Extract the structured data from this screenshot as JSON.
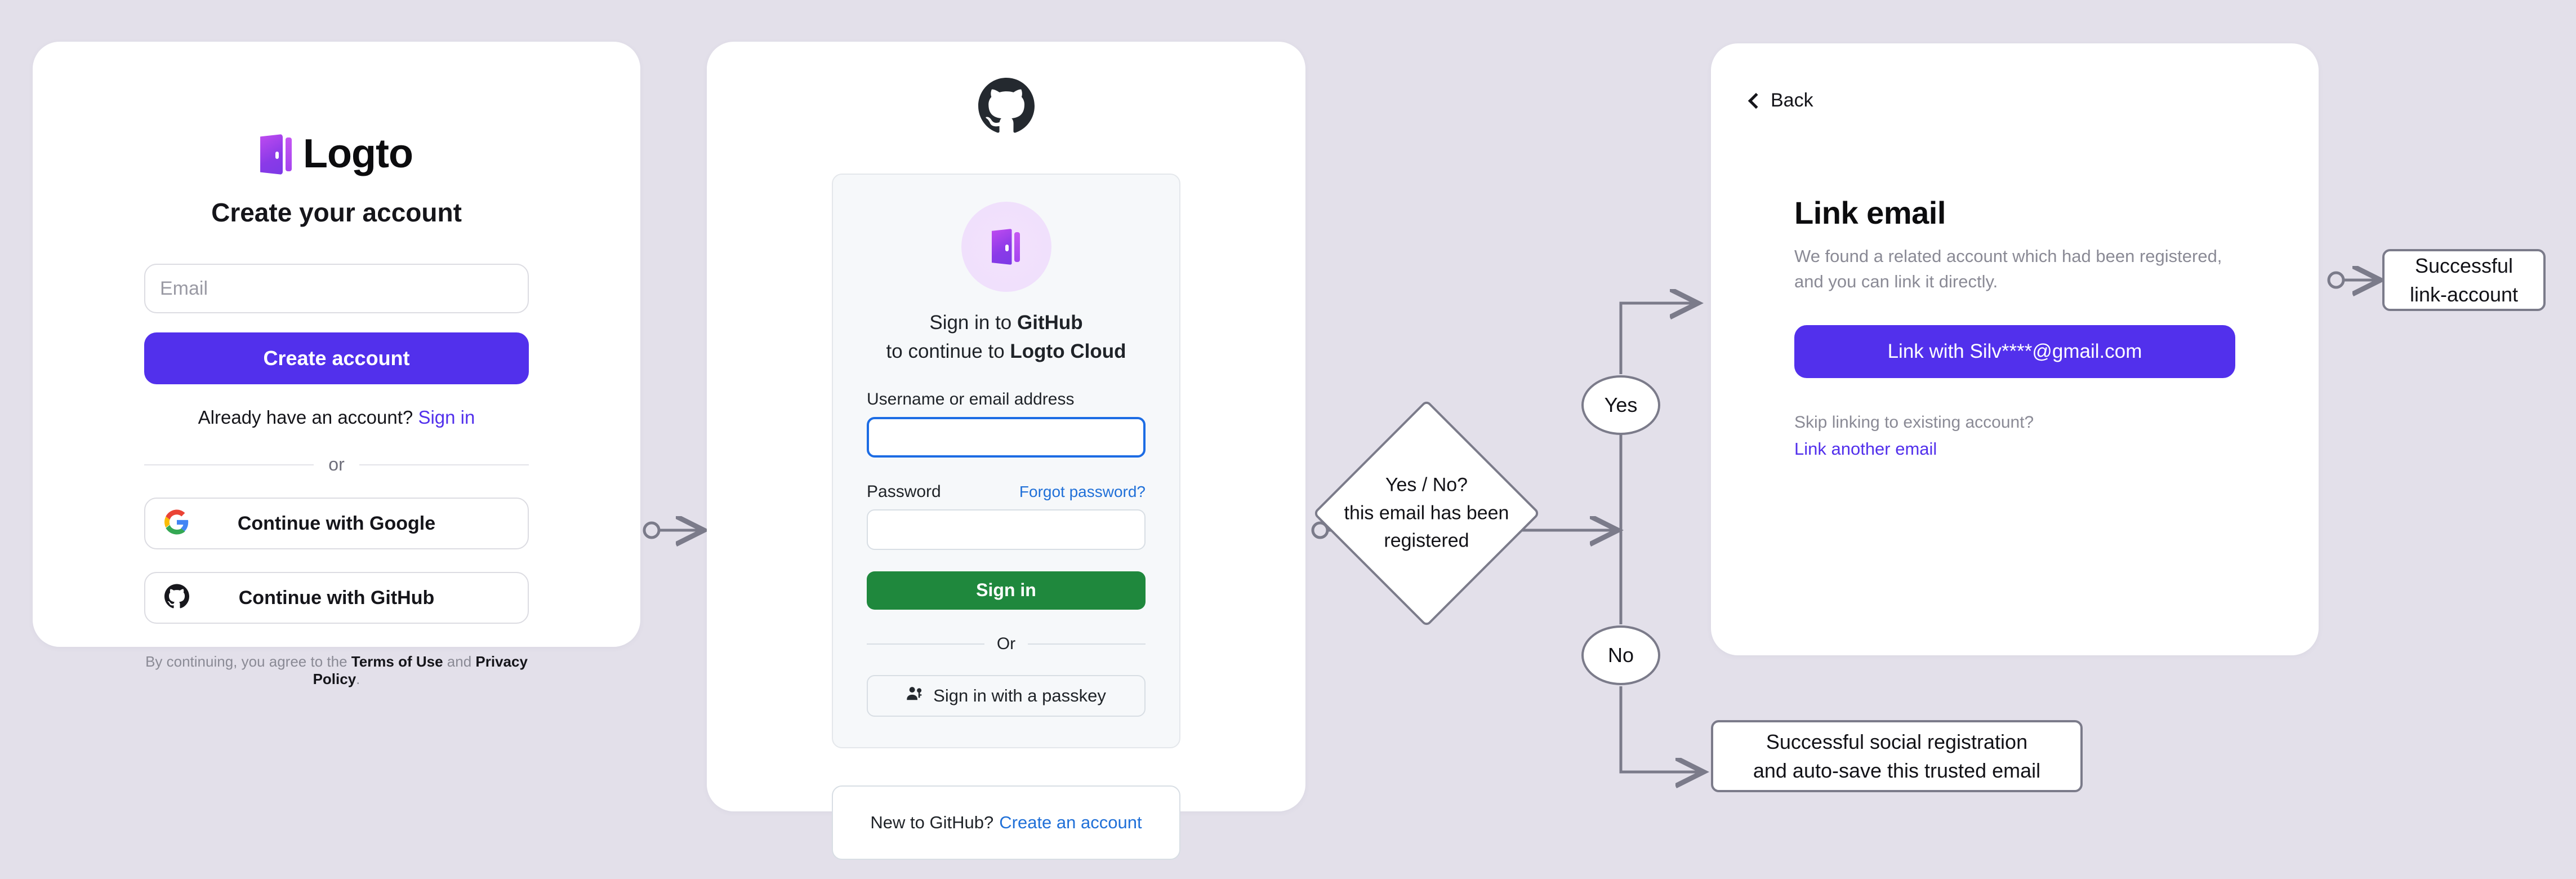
{
  "background_color": "#e3e0ea",
  "accent_violet": "#5230ec",
  "github_green": "#1f883d",
  "github_blue": "#2070d8",
  "card_signup": {
    "brand_name": "Logto",
    "title": "Create your account",
    "email_placeholder": "Email",
    "create_account_label": "Create account",
    "already_text": "Already have an account?",
    "sign_in_link": "Sign in",
    "divider_label": "or",
    "google_label": "Continue with Google",
    "github_label": "Continue with GitHub",
    "terms_prefix": "By continuing, you agree to the ",
    "terms_of_use": "Terms of Use",
    "terms_middle": " and ",
    "privacy_policy": "Privacy Policy",
    "terms_suffix": "."
  },
  "card_github": {
    "heading_line1_prefix": "Sign in to ",
    "heading_line1_strong": "GitHub",
    "heading_line2_prefix": "to continue to ",
    "heading_line2_strong": "Logto Cloud",
    "username_label": "Username or email address",
    "username_value": "",
    "password_label": "Password",
    "password_value": "",
    "forgot_link": "Forgot password?",
    "sign_in_label": "Sign in",
    "divider_label": "Or",
    "passkey_label": "Sign in with a passkey",
    "new_to_github": "New to GitHub?",
    "create_account_link": "Create an account"
  },
  "card_link_email": {
    "back_label": "Back",
    "title": "Link email",
    "description": "We found a related account which had been registered, and you can link it directly.",
    "link_button_label": "Link with Silv****@gmail.com",
    "skip_text": "Skip linking to existing account?",
    "link_another_label": "Link another email"
  },
  "flow": {
    "decision_line1": "Yes / No?",
    "decision_line2": "this email has been",
    "decision_line3": "registered",
    "yes_label": "Yes",
    "no_label": "No",
    "success_link_line1": "Successful",
    "success_link_line2": "link-account",
    "success_social_line1": "Successful social registration",
    "success_social_line2": "and auto-save this trusted email"
  }
}
